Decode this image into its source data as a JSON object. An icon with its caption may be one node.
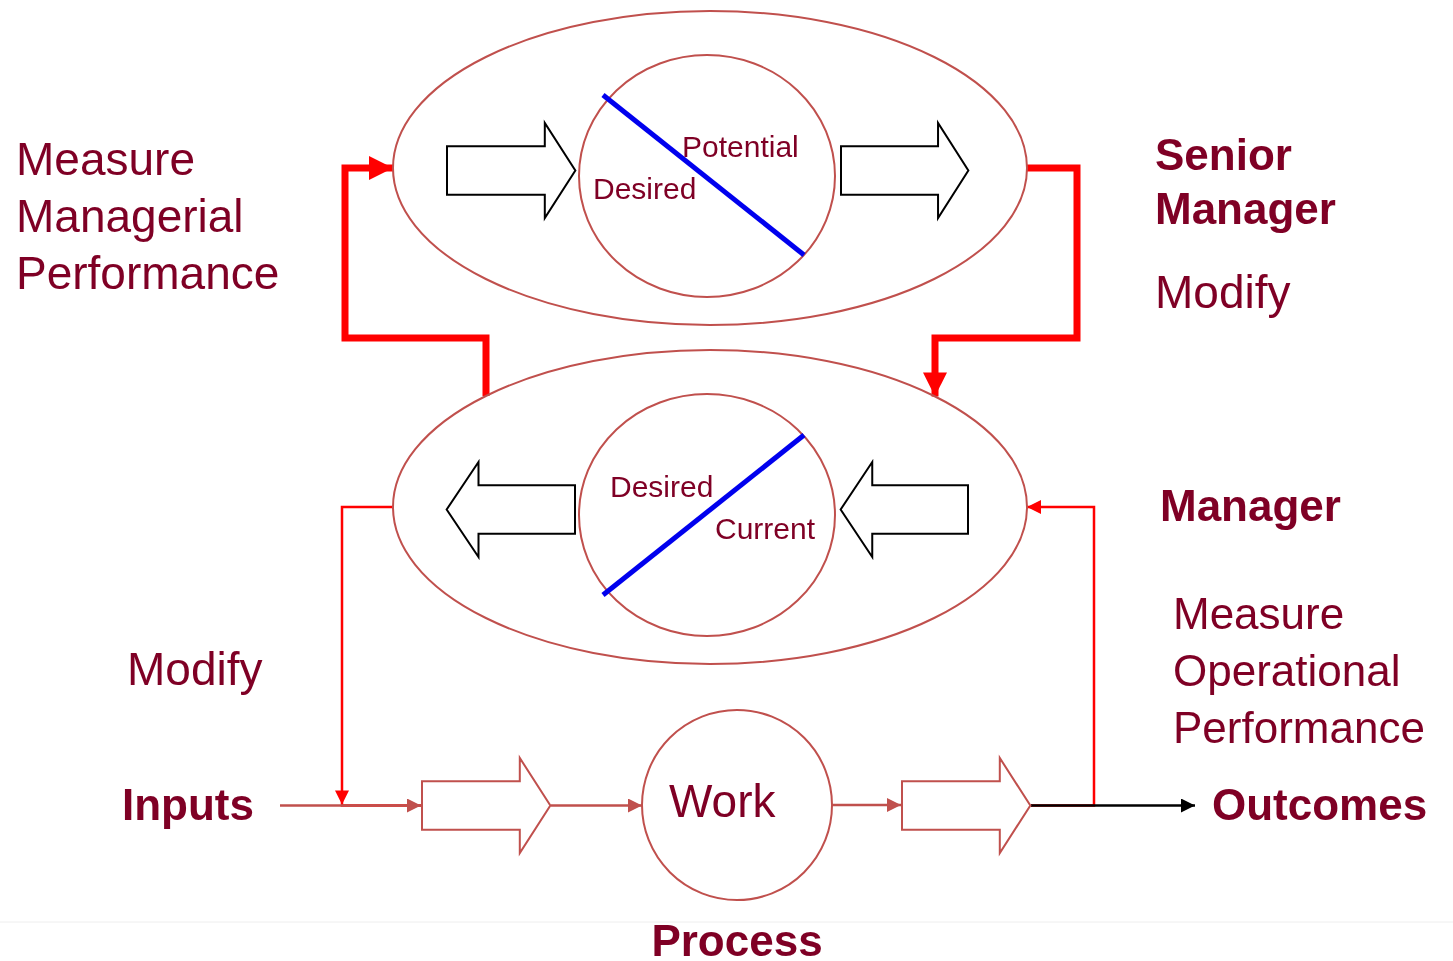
{
  "diagram": {
    "nodes": [
      {
        "text": [],
        "shape": "ellipse"
      },
      {
        "text": [],
        "shape": "arrow",
        "in": 0
      },
      {
        "text": [
          "Potential",
          "Desired"
        ],
        "in": 0
      },
      {
        "text": [],
        "shape": "arrow",
        "in": 0
      },
      {
        "text": [],
        "shape": "ellipse"
      },
      {
        "text": [],
        "shape": "arrow",
        "in": 4
      },
      {
        "text": [
          "Desired",
          "Current"
        ],
        "in": 4
      },
      {
        "text": [],
        "shape": "arrow",
        "in": 4
      },
      {
        "text": [
          "Inputs"
        ]
      },
      {
        "text": [],
        "shape": "arrow"
      },
      {
        "text": [
          "Work"
        ]
      },
      {
        "text": [],
        "shape": "arrow"
      },
      {
        "text": [
          "Outcomes"
        ]
      }
    ],
    "edges": [
      {
        "from": 8,
        "to": 9,
        "arrow": "to"
      },
      {
        "from": 9,
        "to": 10,
        "arrow": "to"
      },
      {
        "from": 10,
        "to": 11,
        "arrow": "to"
      },
      {
        "from": 11,
        "to": 12,
        "arrow": "to",
        "color": "#000000"
      },
      {
        "from": 4,
        "to": 0,
        "arrow": "to",
        "style": "thick",
        "color": "#ff0000"
      },
      {
        "from": 0,
        "to": 4,
        "arrow": "to",
        "style": "thick",
        "color": "#ff0000"
      },
      {
        "from": 4,
        "to": 9,
        "arrow": "to",
        "color": "#ff0000"
      },
      {
        "from": 11,
        "to": 4,
        "arrow": "to",
        "color": "#ff0000"
      }
    ],
    "labels": [
      "Measure Managerial Performance",
      "Senior Manager",
      "Modify",
      "Manager",
      "Measure Operational Performance",
      "Modify",
      "Process"
    ]
  }
}
